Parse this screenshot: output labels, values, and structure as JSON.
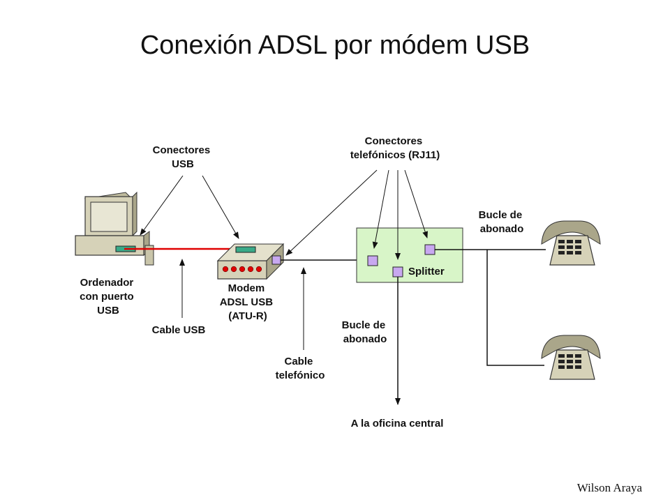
{
  "title": "Conexión ADSL por módem USB",
  "footer": "Wilson Araya",
  "labels": {
    "usb_connectors": [
      "Conectores",
      "USB"
    ],
    "rj11_connectors": [
      "Conectores",
      "telefónicos (RJ11)"
    ],
    "subscriber_loop_top": [
      "Bucle de",
      "abonado"
    ],
    "subscriber_loop_bottom": [
      "Bucle de",
      "abonado"
    ],
    "computer": [
      "Ordenador",
      "con puerto",
      "USB"
    ],
    "modem": [
      "Modem",
      "ADSL USB",
      "(ATU-R)"
    ],
    "usb_cable": "Cable USB",
    "phone_cable": [
      "Cable",
      "telefónico"
    ],
    "splitter": "Splitter",
    "central_office": "A la oficina central"
  },
  "colors": {
    "usb_cable": "#e00000",
    "connector_fill": "#c8a8f0",
    "splitter_fill": "#d8f5c8",
    "device_fill": "#d6d2b8",
    "modem_led": "#e00000",
    "usb_port": "#3aaa88"
  }
}
